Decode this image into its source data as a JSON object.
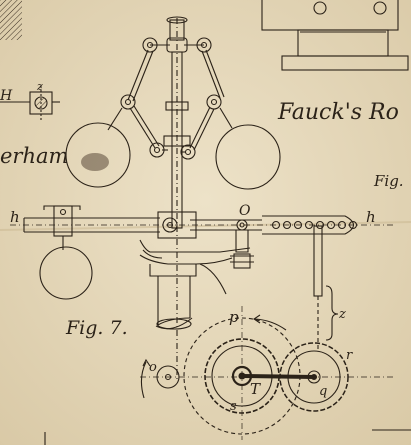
{
  "labels": {
    "title_fragment": "Fauck's Ro",
    "name_fragment": "erham",
    "fig_fragment": "Fig.",
    "fig7": "Fig. 7.",
    "h_left_top": "H",
    "z_top": "z",
    "h_bar_left": "h",
    "h_bar_right": "h",
    "o_pivot": "O",
    "z_right": "z",
    "p": "p",
    "o_small": "o",
    "r": "r",
    "T": "T",
    "q": "q",
    "s": "s"
  },
  "colors": {
    "paper": "#e8dcc0",
    "ink": "#2b2218"
  }
}
